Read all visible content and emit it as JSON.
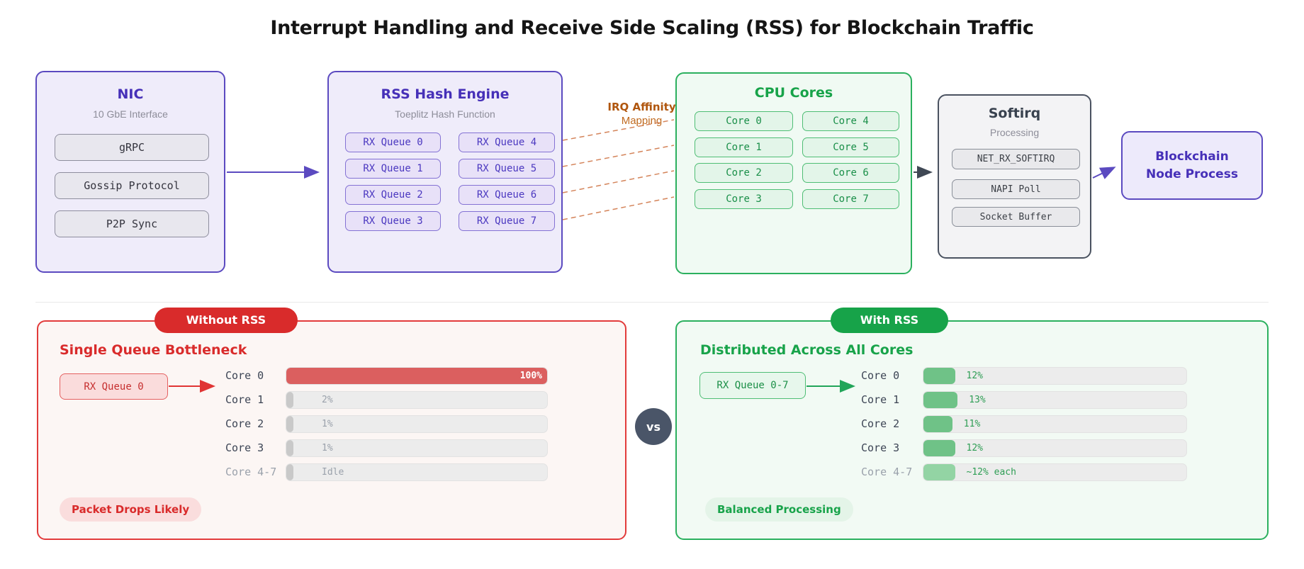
{
  "title": "Interrupt Handling and Receive Side Scaling (RSS) for Blockchain Traffic",
  "pipeline": {
    "nic": {
      "title": "NIC",
      "subtitle": "10 GbE Interface",
      "items": [
        "gRPC",
        "Gossip Protocol",
        "P2P Sync"
      ]
    },
    "rss": {
      "title": "RSS Hash Engine",
      "subtitle": "Toeplitz Hash Function",
      "queues": [
        "RX Queue 0",
        "RX Queue 1",
        "RX Queue 2",
        "RX Queue 3",
        "RX Queue 4",
        "RX Queue 5",
        "RX Queue 6",
        "RX Queue 7"
      ]
    },
    "irq": {
      "label_line1": "IRQ Affinity",
      "label_line2": "Mapping"
    },
    "cpu": {
      "title": "CPU Cores",
      "cores": [
        "Core 0",
        "Core 1",
        "Core 2",
        "Core 3",
        "Core 4",
        "Core 5",
        "Core 6",
        "Core 7"
      ]
    },
    "softirq": {
      "title": "Softirq",
      "subtitle": "Processing",
      "items": [
        "NET_RX_SOFTIRQ",
        "NAPI Poll",
        "Socket Buffer"
      ]
    },
    "node": {
      "line1": "Blockchain",
      "line2": "Node Process"
    }
  },
  "comparison": {
    "vs": "vs",
    "without": {
      "badge": "Without RSS",
      "heading": "Single Queue Bottleneck",
      "queue": "RX Queue 0",
      "rows": [
        {
          "label": "Core 0",
          "value": "100%",
          "pct": 100
        },
        {
          "label": "Core 1",
          "value": "2%",
          "pct": 2
        },
        {
          "label": "Core 2",
          "value": "1%",
          "pct": 1
        },
        {
          "label": "Core 3",
          "value": "1%",
          "pct": 1
        },
        {
          "label": "Core 4-7",
          "value": "Idle",
          "pct": 2
        }
      ],
      "footer": "Packet Drops Likely"
    },
    "with": {
      "badge": "With RSS",
      "heading": "Distributed Across All Cores",
      "queue": "RX Queue 0-7",
      "rows": [
        {
          "label": "Core 0",
          "value": "12%",
          "pct": 12
        },
        {
          "label": "Core 1",
          "value": "13%",
          "pct": 13
        },
        {
          "label": "Core 2",
          "value": "11%",
          "pct": 11
        },
        {
          "label": "Core 3",
          "value": "12%",
          "pct": 12
        },
        {
          "label": "Core 4-7",
          "value": "~12% each",
          "pct": 12
        }
      ],
      "footer": "Balanced Processing"
    }
  },
  "colors": {
    "purple_border": "#5b4ac0",
    "purple_text": "#4630b8",
    "green_border": "#2bb05e",
    "green_text": "#17a349",
    "red_accent": "#d92b2b",
    "orange_label": "#b0560e",
    "dark_slate": "#4a5568",
    "hot_bar": "#db5f5f",
    "green_bar": "#6fc287",
    "idle_bar": "#c9c9c9"
  }
}
